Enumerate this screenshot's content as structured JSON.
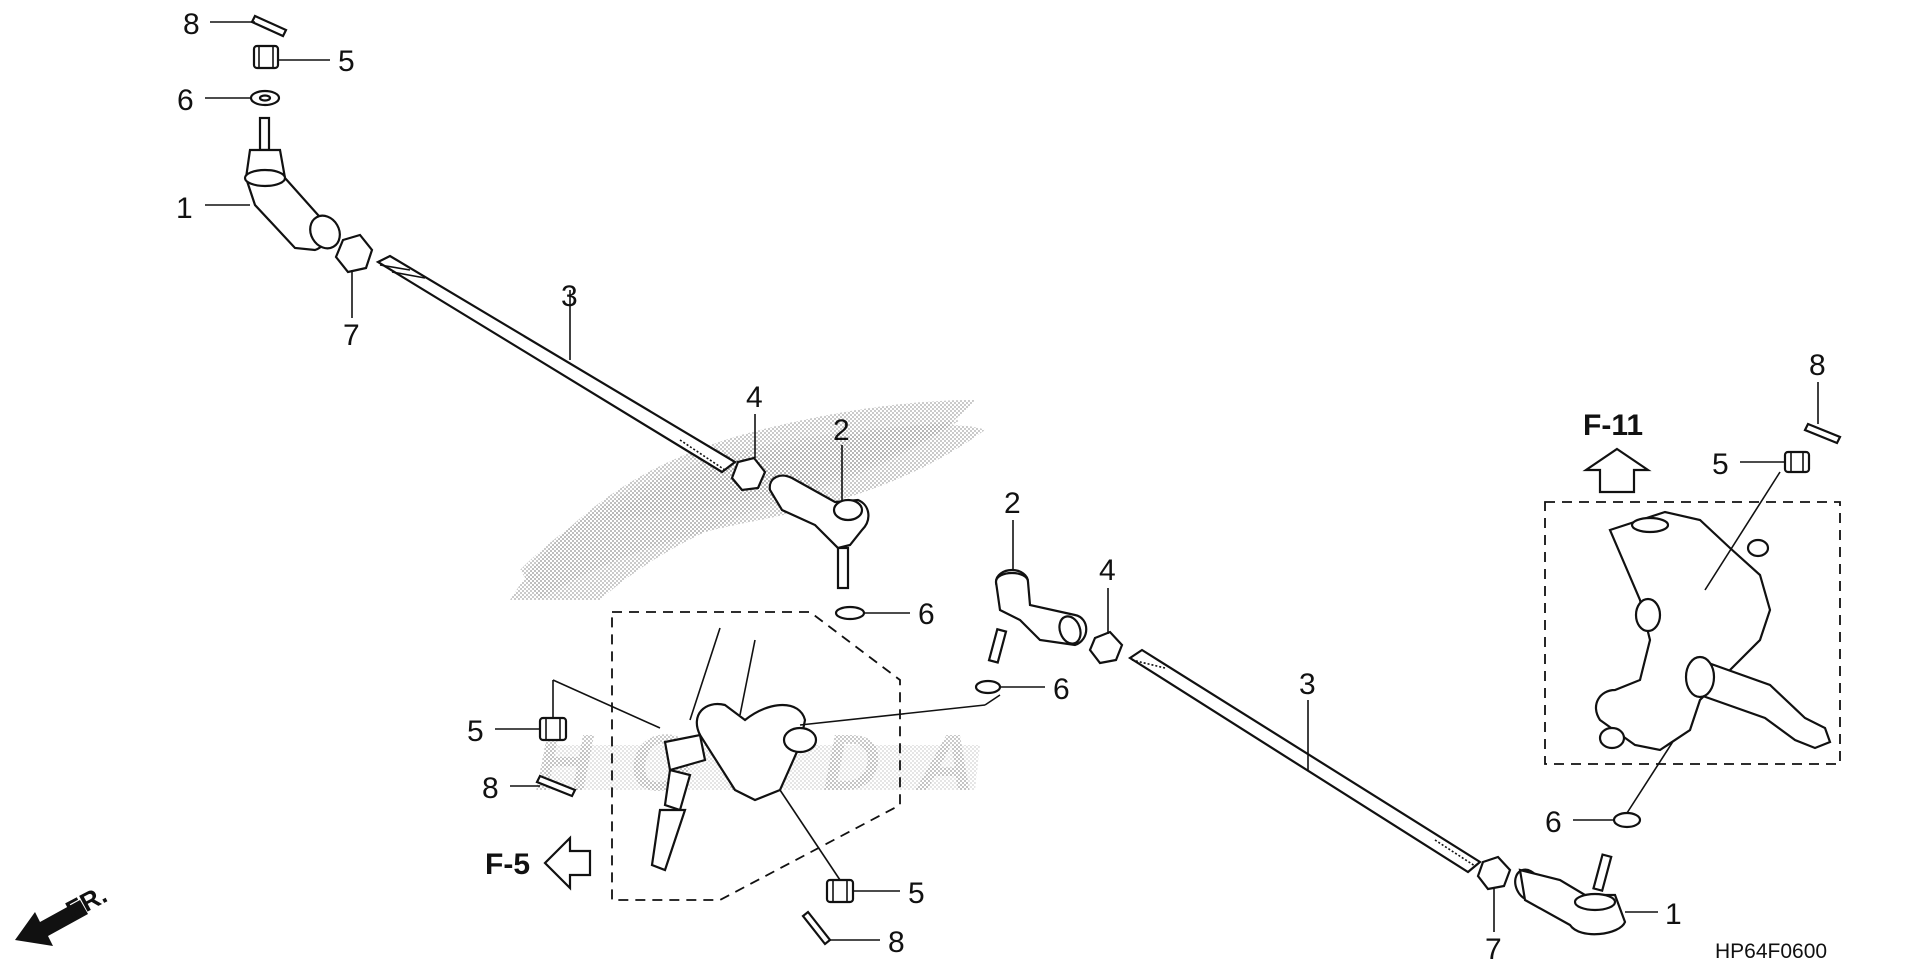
{
  "diagram": {
    "figure_code": "HP64F0600",
    "direction_label": "FR.",
    "references": {
      "f11": "F-11",
      "f5": "F-5"
    },
    "callouts": {
      "c1a": "1",
      "c1b": "1",
      "c2a": "2",
      "c2b": "2",
      "c3a": "3",
      "c3b": "3",
      "c4a": "4",
      "c4b": "4",
      "c5a": "5",
      "c5b": "5",
      "c5c": "5",
      "c5d": "5",
      "c6a": "6",
      "c6b": "6",
      "c6c": "6",
      "c6d": "6",
      "c7a": "7",
      "c7b": "7",
      "c8a": "8",
      "c8b": "8",
      "c8c": "8",
      "c8d": "8"
    },
    "watermark": "HONDA"
  }
}
